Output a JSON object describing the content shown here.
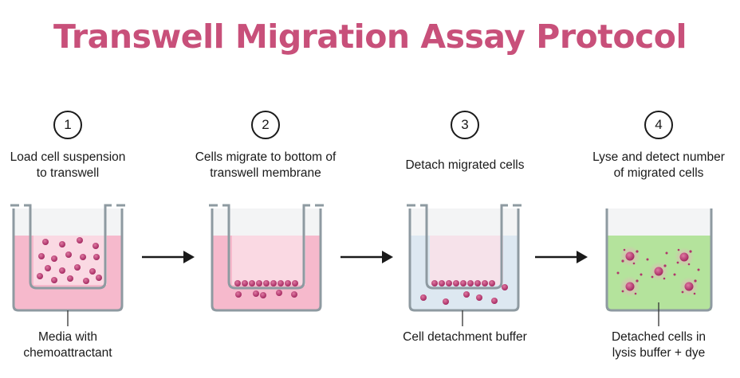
{
  "title": "Transwell Migration Assay Protocol",
  "colors": {
    "title": "#c8507a",
    "media_pink": "#f6b9cc",
    "insert_pink": "#fad9e3",
    "buffer_blue": "#dde8f1",
    "lysis_green": "#b4e39c",
    "cell": "#b0356c",
    "outline": "#8e9aa1",
    "arrow": "#1a1a1a"
  },
  "steps": [
    {
      "number": "1",
      "line1": "Load cell suspension",
      "line2": "to transwell",
      "caption1": "Media with",
      "caption2": "chemoattractant"
    },
    {
      "number": "2",
      "line1": "Cells migrate to bottom of",
      "line2": "transwell membrane",
      "caption1": "",
      "caption2": ""
    },
    {
      "number": "3",
      "line1": "Detach migrated cells",
      "line2": "",
      "caption1": "Cell detachment buffer",
      "caption2": ""
    },
    {
      "number": "4",
      "line1": "Lyse and detect number",
      "line2": "of migrated cells",
      "caption1": "Detached cells in",
      "caption2": "lysis buffer + dye"
    }
  ],
  "icons": [
    "circle-number-icon",
    "right-arrow-icon",
    "transwell-icon",
    "well-icon",
    "cell-icon"
  ]
}
